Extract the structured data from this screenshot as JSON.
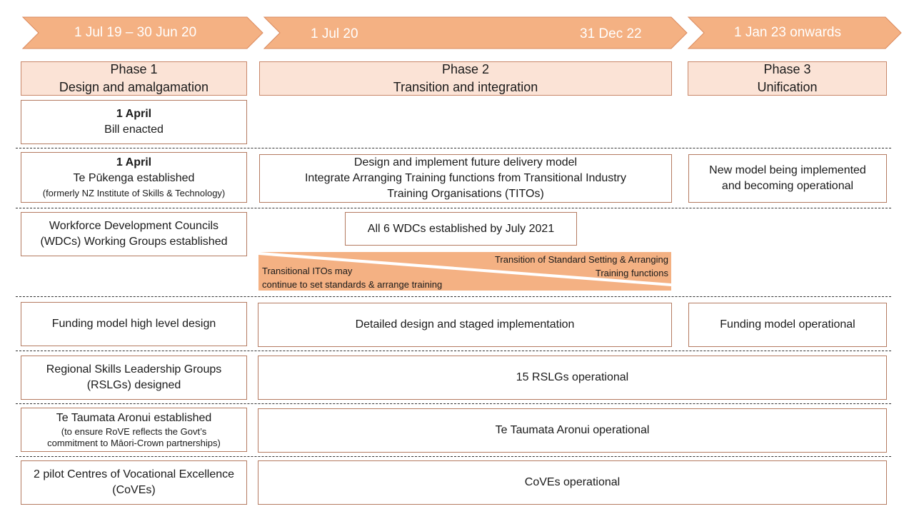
{
  "timeline": {
    "period1": "1 Jul 19 – 30 Jun 20",
    "period2_start": "1 Jul 20",
    "period2_end": "31 Dec 22",
    "period3": "1 Jan 23 onwards"
  },
  "phases": [
    {
      "title": "Phase 1",
      "subtitle": "Design and amalgamation"
    },
    {
      "title": "Phase 2",
      "subtitle": "Transition and integration"
    },
    {
      "title": "Phase 3",
      "subtitle": "Unification"
    }
  ],
  "rows": {
    "bill": {
      "date": "1 April",
      "text": "Bill enacted"
    },
    "pukenga": {
      "p1_date": "1 April",
      "p1_text": "Te Pūkenga established",
      "p1_note": "(formerly NZ Institute of Skills & Technology)",
      "p2_line1": "Design and implement future delivery model",
      "p2_line2": "Integrate Arranging Training functions from Transitional Industry",
      "p2_line3": "Training Organisations (TITOs)",
      "p3_line1": "New model being implemented",
      "p3_line2": "and becoming operational"
    },
    "wdc": {
      "p1_line1": "Workforce Development Councils",
      "p1_line2": "(WDCs) Working Groups established",
      "p2_box": "All 6 WDCs established by July 2021",
      "transition_line1": "Transition of Standard Setting & Arranging",
      "transition_line2": "Training functions",
      "titos_line1": "Transitional ITOs may",
      "titos_line2": "continue to set standards & arrange training"
    },
    "funding": {
      "p1": "Funding model high level design",
      "p2": "Detailed design and staged implementation",
      "p3": "Funding model operational"
    },
    "rslg": {
      "p1_line1": "Regional Skills Leadership Groups",
      "p1_line2": "(RSLGs) designed",
      "p2": "15 RSLGs operational"
    },
    "taumata": {
      "p1_line1": "Te Taumata Aronui established",
      "p1_note1": "(to ensure RoVE reflects the Govt’s",
      "p1_note2": "commitment  to Māori-Crown partnerships)",
      "p2": "Te Taumata Aronui operational"
    },
    "coves": {
      "p1_line1": "2 pilot Centres of Vocational Excellence",
      "p1_line2": "(CoVEs)",
      "p2": "CoVEs operational"
    }
  },
  "colors": {
    "chevron_fill": "#f4b183",
    "chevron_stroke": "#d98a5e",
    "phase_fill": "#fbe3d6",
    "wedge_fill": "#f4b183"
  }
}
